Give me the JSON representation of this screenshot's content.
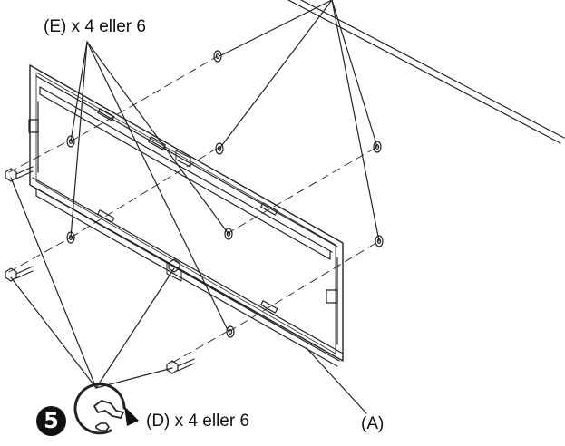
{
  "labels": {
    "screws_e": "(E) x 4 eller 6",
    "bolts_d": "(D) x 4 eller 6",
    "bracket_a": "(A)"
  },
  "step": {
    "number": "5"
  },
  "colors": {
    "line": "#222222",
    "background": "#ffffff",
    "badge": "#111111"
  },
  "icons": {
    "tool": "wrench-rotate-icon"
  }
}
